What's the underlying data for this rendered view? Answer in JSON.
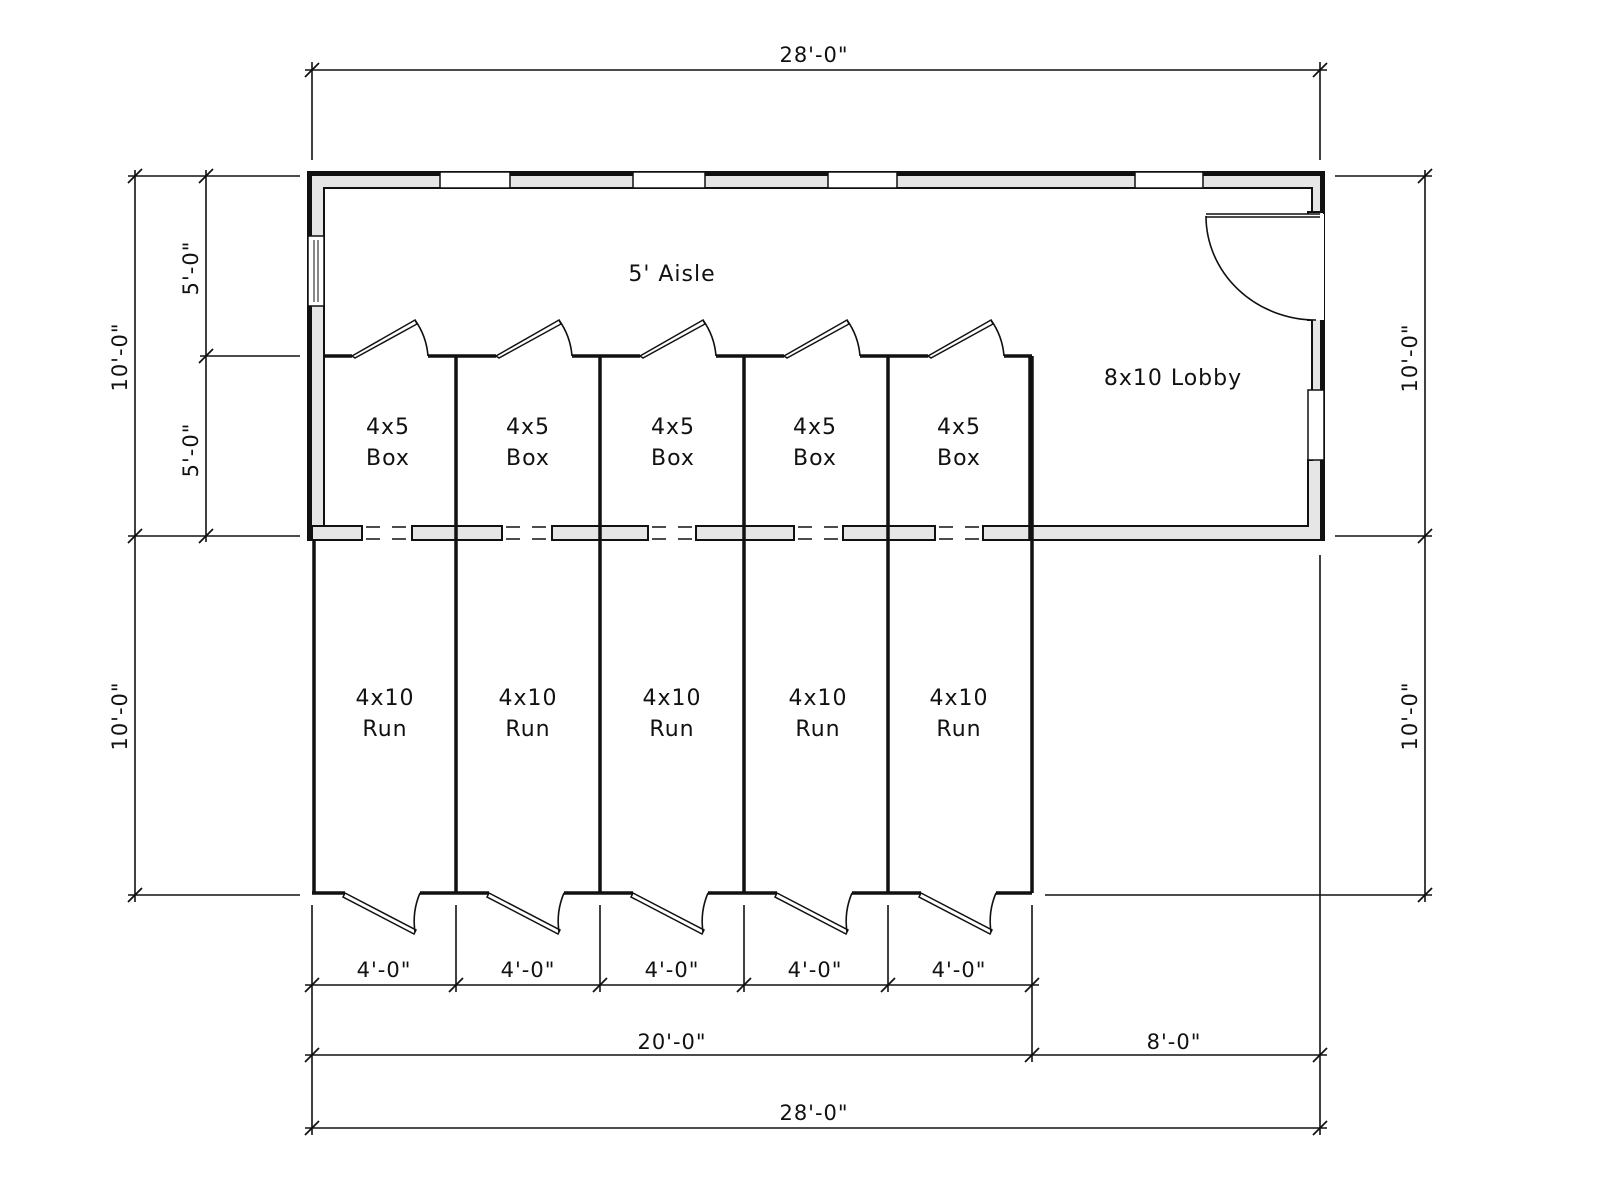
{
  "rooms": {
    "aisle": "5' Aisle",
    "lobby": "8x10 Lobby",
    "boxes": [
      {
        "size": "4x5",
        "type": "Box"
      },
      {
        "size": "4x5",
        "type": "Box"
      },
      {
        "size": "4x5",
        "type": "Box"
      },
      {
        "size": "4x5",
        "type": "Box"
      },
      {
        "size": "4x5",
        "type": "Box"
      }
    ],
    "runs": [
      {
        "size": "4x10",
        "type": "Run"
      },
      {
        "size": "4x10",
        "type": "Run"
      },
      {
        "size": "4x10",
        "type": "Run"
      },
      {
        "size": "4x10",
        "type": "Run"
      },
      {
        "size": "4x10",
        "type": "Run"
      }
    ]
  },
  "dimensions": {
    "top_overall": "28'-0\"",
    "left_upper": "10'-0\"",
    "left_lower": "10'-0\"",
    "left_inner_top": "5'-0\"",
    "left_inner_bottom": "5'-0\"",
    "right_upper": "10'-0\"",
    "right_lower": "10'-0\"",
    "bays": [
      "4'-0\"",
      "4'-0\"",
      "4'-0\"",
      "4'-0\"",
      "4'-0\""
    ],
    "kennel_width": "20'-0\"",
    "lobby_width": "8'-0\"",
    "bottom_overall": "28'-0\""
  }
}
